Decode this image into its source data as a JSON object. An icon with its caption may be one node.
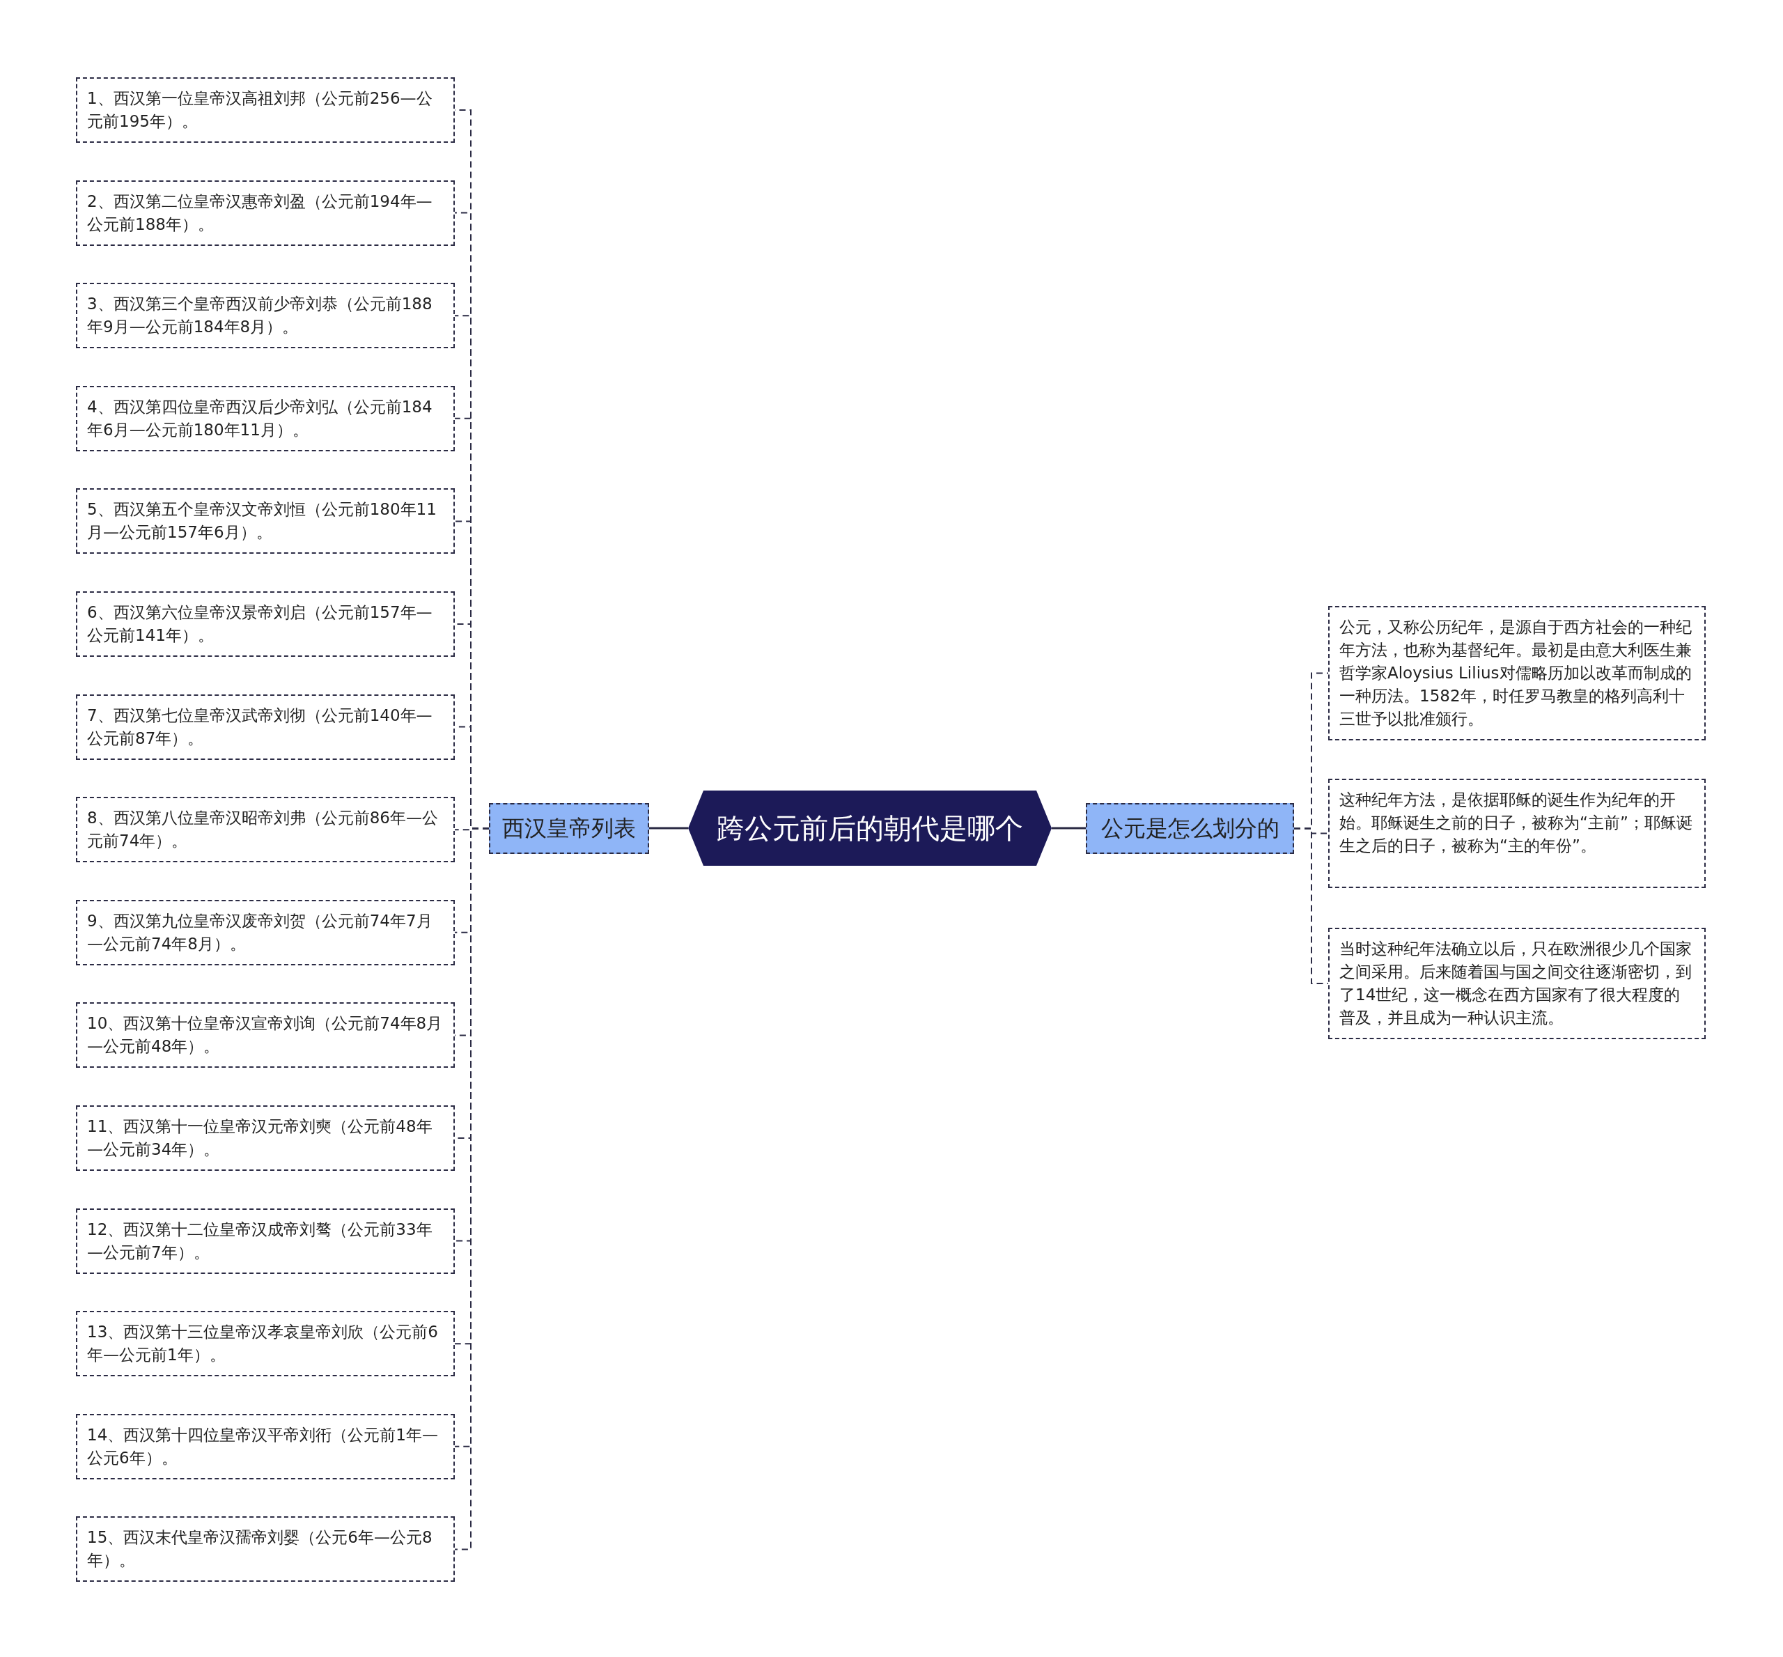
{
  "diagram": {
    "nodes": [
      {
        "text": [
          "跨公元前后的朝代是哪个"
        ]
      },
      {
        "text": [
          "西汉皇帝列表"
        ]
      },
      {
        "text": [
          "1、西汉第一位皇帝汉高祖刘邦（公元前256—公元前195年）。"
        ]
      },
      {
        "text": [
          "2、西汉第二位皇帝汉惠帝刘盈（公元前194年—公元前188年）。"
        ]
      },
      {
        "text": [
          "3、西汉第三个皇帝西汉前少帝刘恭（公元前188年9月—公元前184年8月）。"
        ]
      },
      {
        "text": [
          "4、西汉第四位皇帝西汉后少帝刘弘（公元前184年6月—公元前180年11月）。"
        ]
      },
      {
        "text": [
          "5、西汉第五个皇帝汉文帝刘恒（公元前180年11月—公元前157年6月）。"
        ]
      },
      {
        "text": [
          "6、西汉第六位皇帝汉景帝刘启（公元前157年—公元前141年）。"
        ]
      },
      {
        "text": [
          "7、西汉第七位皇帝汉武帝刘彻（公元前140年—公元前87年）。"
        ]
      },
      {
        "text": [
          "8、西汉第八位皇帝汉昭帝刘弗（公元前86年—公元前74年）。"
        ]
      },
      {
        "text": [
          "9、西汉第九位皇帝汉废帝刘贺（公元前74年7月—公元前74年8月）。"
        ]
      },
      {
        "text": [
          "10、西汉第十位皇帝汉宣帝刘询（公元前74年8月—公元前48年）。"
        ]
      },
      {
        "text": [
          "11、西汉第十一位皇帝汉元帝刘奭（公元前48年—公元前34年）。"
        ]
      },
      {
        "text": [
          "12、西汉第十二位皇帝汉成帝刘骜（公元前33年—公元前7年）。"
        ]
      },
      {
        "text": [
          "13、西汉第十三位皇帝汉孝哀皇帝刘欣（公元前6年—公元前1年）。"
        ]
      },
      {
        "text": [
          "14、西汉第十四位皇帝汉平帝刘衎（公元前1年—公元6年）。"
        ]
      },
      {
        "text": [
          "15、西汉末代皇帝汉孺帝刘婴（公元6年—公元8年）。"
        ]
      },
      {
        "text": [
          "公元是怎么划分的"
        ]
      },
      {
        "text": [
          "公元，又称公历纪年，是源自于西方社会的一种纪年方法，也称为基督纪年。最初是由意大利医生兼哲学家Aloysius Lilius对儒略历加以改革而制成的一种历法。1582年，时任罗马教皇的格列高利十三世予以批准颁行。"
        ]
      },
      {
        "text": [
          "这种纪年方法，是依据耶稣的诞生作为纪年的开始。耶稣诞生之前的日子，被称为“主前”；耶稣诞生之后的日子，被称为“主的年份”。"
        ]
      },
      {
        "text": [
          "当时这种纪年法确立以后，只在欧洲很少几个国家之间采用。后来随着国与国之间交往逐渐密切，到了14世纪，这一概念在西方国家有了很大程度的普及，并且成为一种认识主流。"
        ]
      }
    ],
    "edges": [
      {
        "from": 0,
        "to": 1,
        "arrow": "none"
      },
      {
        "from": 1,
        "to": 2,
        "arrow": "none",
        "style": "dashed"
      },
      {
        "from": 1,
        "to": 3,
        "arrow": "none",
        "style": "dashed"
      },
      {
        "from": 1,
        "to": 4,
        "arrow": "none",
        "style": "dashed"
      },
      {
        "from": 1,
        "to": 5,
        "arrow": "none",
        "style": "dashed"
      },
      {
        "from": 1,
        "to": 6,
        "arrow": "none",
        "style": "dashed"
      },
      {
        "from": 1,
        "to": 7,
        "arrow": "none",
        "style": "dashed"
      },
      {
        "from": 1,
        "to": 8,
        "arrow": "none",
        "style": "dashed"
      },
      {
        "from": 1,
        "to": 9,
        "arrow": "none",
        "style": "dashed"
      },
      {
        "from": 1,
        "to": 10,
        "arrow": "none",
        "style": "dashed"
      },
      {
        "from": 1,
        "to": 11,
        "arrow": "none",
        "style": "dashed"
      },
      {
        "from": 1,
        "to": 12,
        "arrow": "none",
        "style": "dashed"
      },
      {
        "from": 1,
        "to": 13,
        "arrow": "none",
        "style": "dashed"
      },
      {
        "from": 1,
        "to": 14,
        "arrow": "none",
        "style": "dashed"
      },
      {
        "from": 1,
        "to": 15,
        "arrow": "none",
        "style": "dashed"
      },
      {
        "from": 1,
        "to": 16,
        "arrow": "none",
        "style": "dashed"
      },
      {
        "from": 0,
        "to": 17,
        "arrow": "none"
      },
      {
        "from": 17,
        "to": 18,
        "arrow": "none",
        "style": "dashed"
      },
      {
        "from": 17,
        "to": 19,
        "arrow": "none",
        "style": "dashed"
      },
      {
        "from": 17,
        "to": 20,
        "arrow": "none",
        "style": "dashed"
      }
    ]
  }
}
